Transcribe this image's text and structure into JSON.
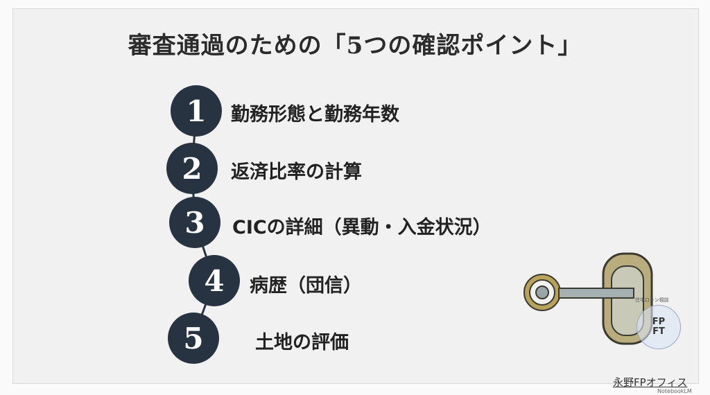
{
  "title": "審査通過のための「5つの確認ポイント」",
  "points": [
    {
      "number": "1",
      "label": "勤務形態と勤務年数"
    },
    {
      "number": "2",
      "label": "返済比率の計算"
    },
    {
      "number": "3",
      "label": "CICの詳細（異動・入金状況）"
    },
    {
      "number": "4",
      "label": "病歴（団信）"
    },
    {
      "number": "5",
      "label": "土地の評価"
    }
  ],
  "stamp": {
    "top_text": "住宅ローン相談",
    "line1": "FP",
    "line2": "FT"
  },
  "brand": "永野FPオフィス",
  "watermark": "NotebookLM",
  "colors": {
    "circle": "#283341",
    "background": "#f1f1f1"
  }
}
